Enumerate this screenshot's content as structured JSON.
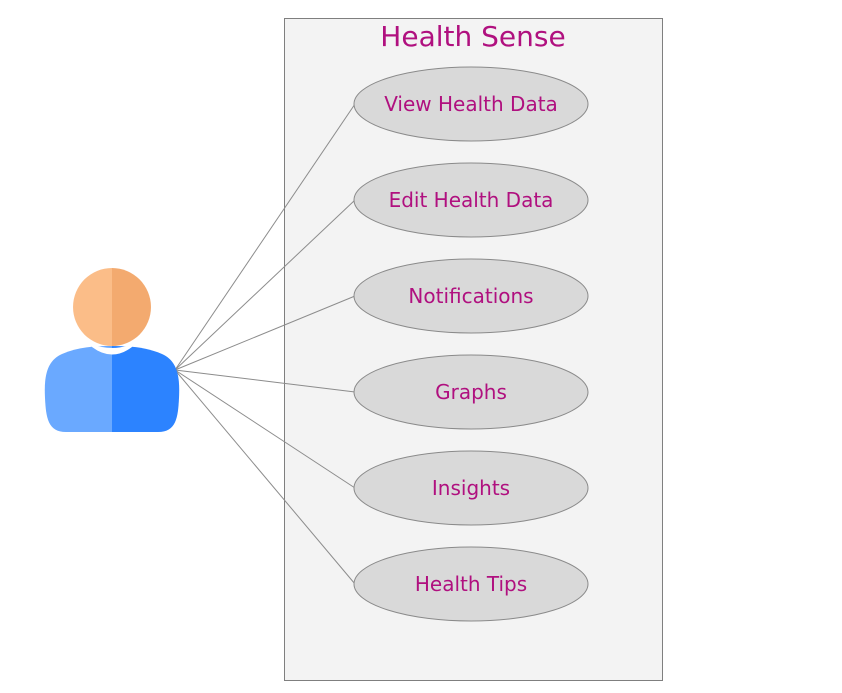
{
  "system": {
    "title": "Health Sense"
  },
  "use_cases": [
    {
      "label": "View Health Data"
    },
    {
      "label": "Edit Health Data"
    },
    {
      "label": "Notifications"
    },
    {
      "label": "Graphs"
    },
    {
      "label": "Insights"
    },
    {
      "label": "Health Tips"
    }
  ],
  "colors": {
    "title_text": "#b0107f",
    "usecase_text": "#b0107f",
    "usecase_fill": "#d9d9d9",
    "usecase_stroke": "#8a8a8a",
    "system_fill": "#f3f3f3",
    "system_stroke": "#7f7f7f",
    "connector": "#8c8c8c",
    "actor_head_light": "#fbbd88",
    "actor_head_dark": "#f3aa6f",
    "actor_body_light": "#6aa9ff",
    "actor_body_dark": "#2c83ff"
  },
  "actor": {
    "icon": "user-icon"
  }
}
